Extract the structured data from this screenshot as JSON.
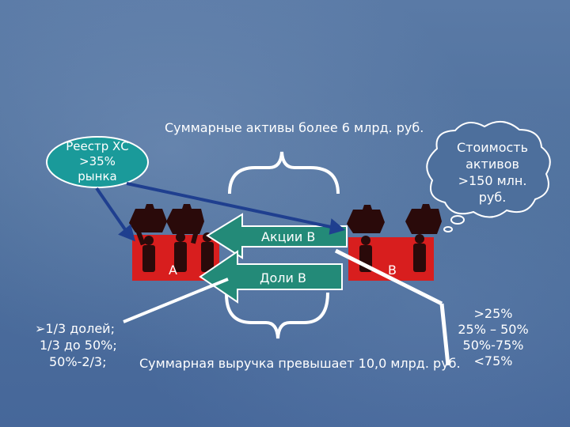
{
  "top_label": "Суммарные активы более 6 млрд. руб.",
  "bottom_label": "Суммарная выручка превышает 10,0 млрд. руб.",
  "registry_bubble": {
    "line1": "Реестр ХС",
    "line2": ">35%",
    "line3": "рынка"
  },
  "cloud": {
    "line1": "Стоимость",
    "line2": "активов",
    "line3": ">150 млн.",
    "line4": "руб."
  },
  "arrow_shares": "Акции В",
  "arrow_stakes": "Доли В",
  "company_a": "А",
  "company_b": "В",
  "left_list": {
    "line1": "1/3 долей;",
    "line2": "1/3 до 50%;",
    "line3": "50%-2/3;"
  },
  "right_list": {
    "line1": ">25%",
    "line2": "25% – 50%",
    "line3": "50%-75%",
    "line4": "<75%"
  },
  "colors": {
    "bubble": "#1a9a9a",
    "red_box": "#d81e1e",
    "arrow_green": "#238a78",
    "link_blue": "#1f3f8f"
  }
}
